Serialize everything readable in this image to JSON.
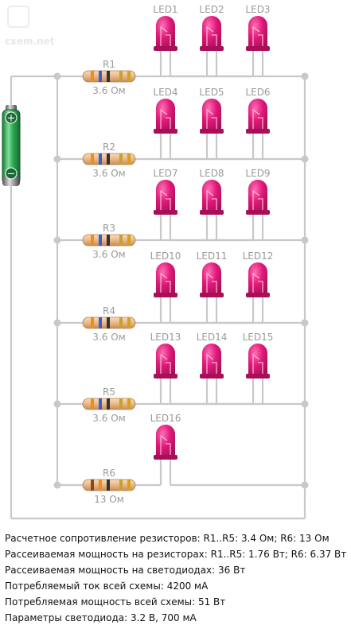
{
  "watermark": "cxem.net",
  "battery": {
    "plus": "+",
    "minus": "−"
  },
  "rows": [
    {
      "r_label": "R1",
      "r_value": "3.6 Ом",
      "leds": [
        "LED1",
        "LED2",
        "LED3"
      ]
    },
    {
      "r_label": "R2",
      "r_value": "3.6 Ом",
      "leds": [
        "LED4",
        "LED5",
        "LED6"
      ]
    },
    {
      "r_label": "R3",
      "r_value": "3.6 Ом",
      "leds": [
        "LED7",
        "LED8",
        "LED9"
      ]
    },
    {
      "r_label": "R4",
      "r_value": "3.6 Ом",
      "leds": [
        "LED10",
        "LED11",
        "LED12"
      ]
    },
    {
      "r_label": "R5",
      "r_value": "3.6 Ом",
      "leds": [
        "LED13",
        "LED14",
        "LED15"
      ]
    },
    {
      "r_label": "R6",
      "r_value": "13 Ом",
      "leds": [
        "LED16"
      ]
    }
  ],
  "info": [
    "Расчетное сопротивление резисторов: R1..R5: 3.4 Ом; R6: 13 Ом",
    "Рассеиваемая мощность на резисторах: R1..R5: 1.76 Вт; R6: 6.37 Вт",
    "Рассеиваемая мощность на светодиодах: 36 Вт",
    "Потребляемый ток всей схемы: 4200 мА",
    "Потребляемая мощность всей схемы: 51 Вт",
    "Параметры светодиода: 3.2 В, 700 мА"
  ],
  "colors": {
    "wire": "#c8c8c8",
    "led": "#e0197a",
    "led_dark": "#a80f58",
    "battery_body": "#2eaa55",
    "resistor_body": "#f2c9a0"
  }
}
